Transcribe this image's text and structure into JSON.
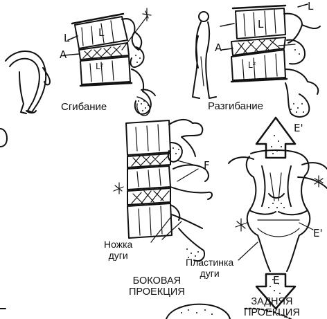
{
  "captions": {
    "flexion": "Сгибание",
    "extension": "Разгибание",
    "lateral_view_line1": "БОКОВАЯ",
    "lateral_view_line2": "ПРОЕКЦИЯ",
    "posterior_view_line1": "ЗАДНЯЯ",
    "posterior_view_line2": "ПРОЕКЦИЯ",
    "pedicle_line1": "Ножка",
    "pedicle_line2": "дуги",
    "lamina_line1": "Пластинка",
    "lamina_line2": "дуги"
  },
  "markers": {
    "L_flex": "L",
    "L1_flex": "L",
    "A_flex": "A",
    "L2_flex": "L²",
    "L_ext": "L",
    "L1_ext": "L",
    "A_ext": "A",
    "L2_ext": "L²",
    "F_lateral": "F",
    "E_top": "E'",
    "E_right": "E'",
    "E_bottom": "E"
  },
  "palette": {
    "ink": "#111111",
    "paper": "#ffffff"
  }
}
